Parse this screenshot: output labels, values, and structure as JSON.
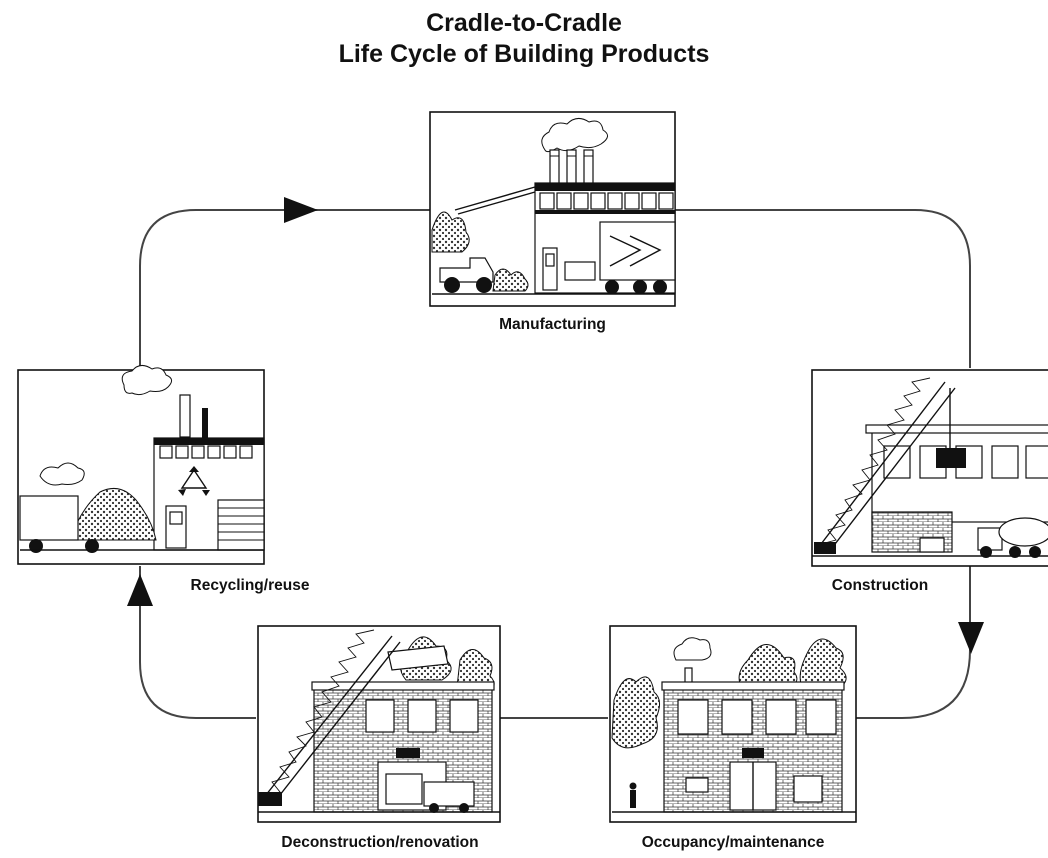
{
  "title": {
    "line1": "Cradle-to-Cradle",
    "line2": "Life Cycle of Building Products"
  },
  "stages": [
    {
      "label": "Manufacturing"
    },
    {
      "label": "Construction"
    },
    {
      "label": "Occupancy/maintenance"
    },
    {
      "label": "Deconstruction/renovation"
    },
    {
      "label": "Recycling/reuse"
    }
  ],
  "cycle_direction": "clockwise",
  "icons": [
    "factory-illustration",
    "crane-illustration",
    "building-illustration",
    "demolition-crane-illustration",
    "recycling-plant-illustration",
    "recycling-symbol-icon",
    "arrow-right-icon",
    "arrow-down-icon",
    "arrow-up-icon"
  ]
}
